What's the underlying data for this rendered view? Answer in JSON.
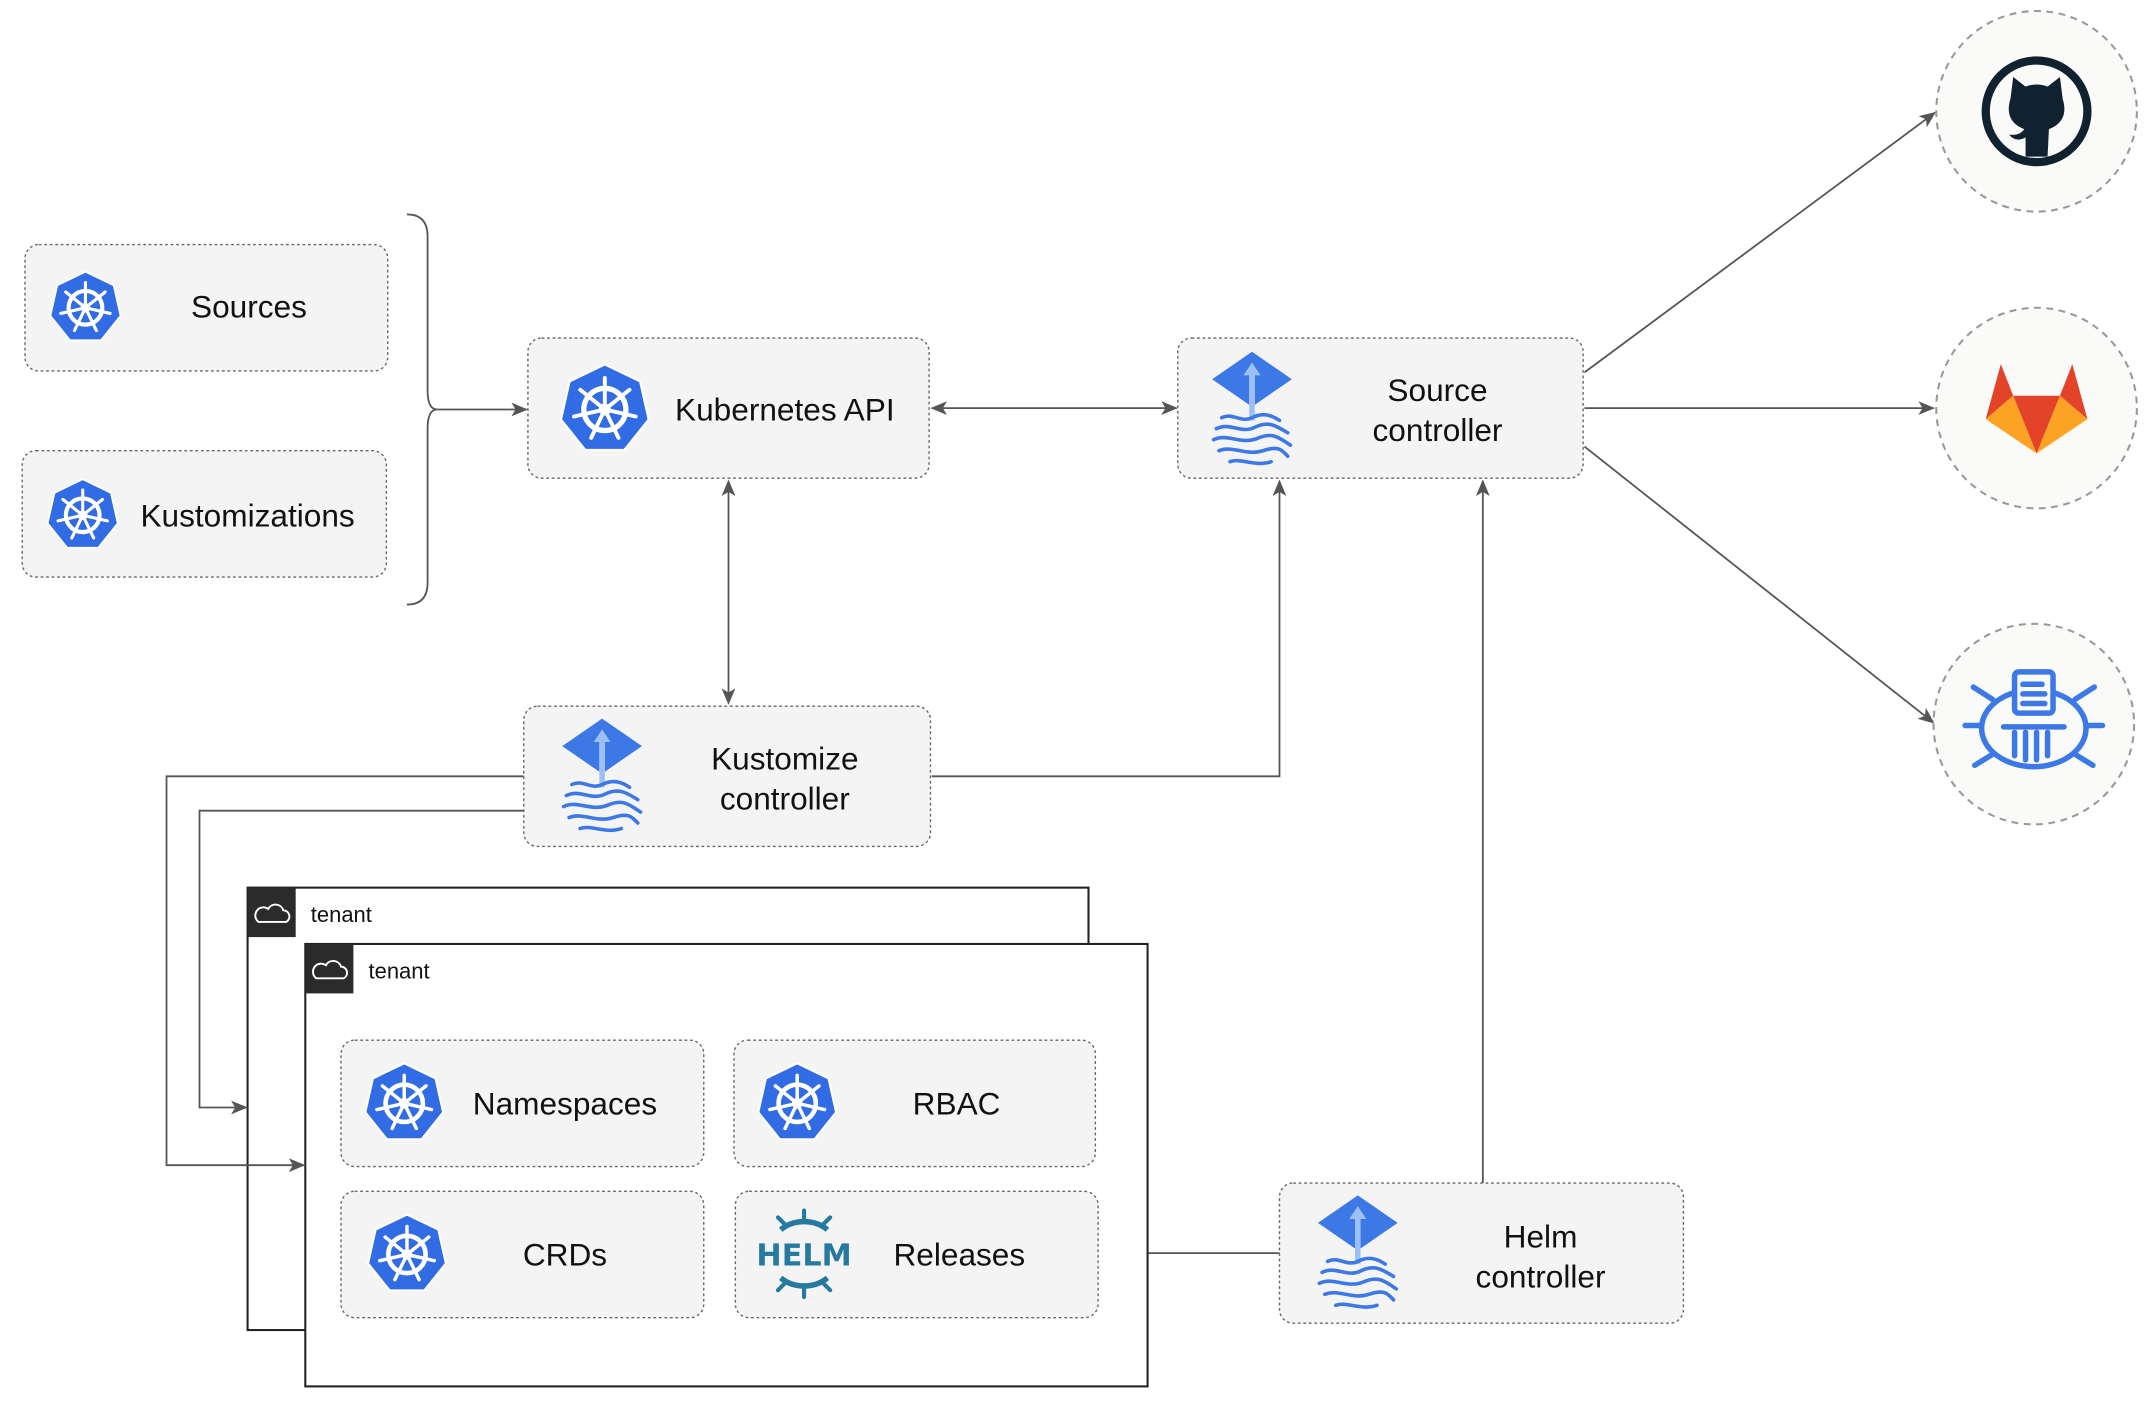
{
  "nodes": {
    "sources": "Sources",
    "kustomizations": "Kustomizations",
    "kubernetes_api": "Kubernetes API",
    "source_controller": [
      "Source",
      "controller"
    ],
    "kustomize_controller": [
      "Kustomize",
      "controller"
    ],
    "helm_controller": [
      "Helm",
      "controller"
    ],
    "namespaces": "Namespaces",
    "rbac": "RBAC",
    "crds": "CRDs",
    "releases": "Releases",
    "helm_logo": "HELM"
  },
  "tenants": [
    "tenant",
    "tenant"
  ],
  "external_sources": [
    "github-icon",
    "gitlab-icon",
    "bucket-icon"
  ],
  "colors": {
    "kubernetes_blue": "#326ce5",
    "flux_blue": "#3c78e6",
    "helm_blue": "#277a9f",
    "gitlab_orange": "#e24329",
    "gitlab_yellow": "#fca326",
    "github_dark": "#10212f",
    "tenant_header": "#2b2b2b"
  }
}
